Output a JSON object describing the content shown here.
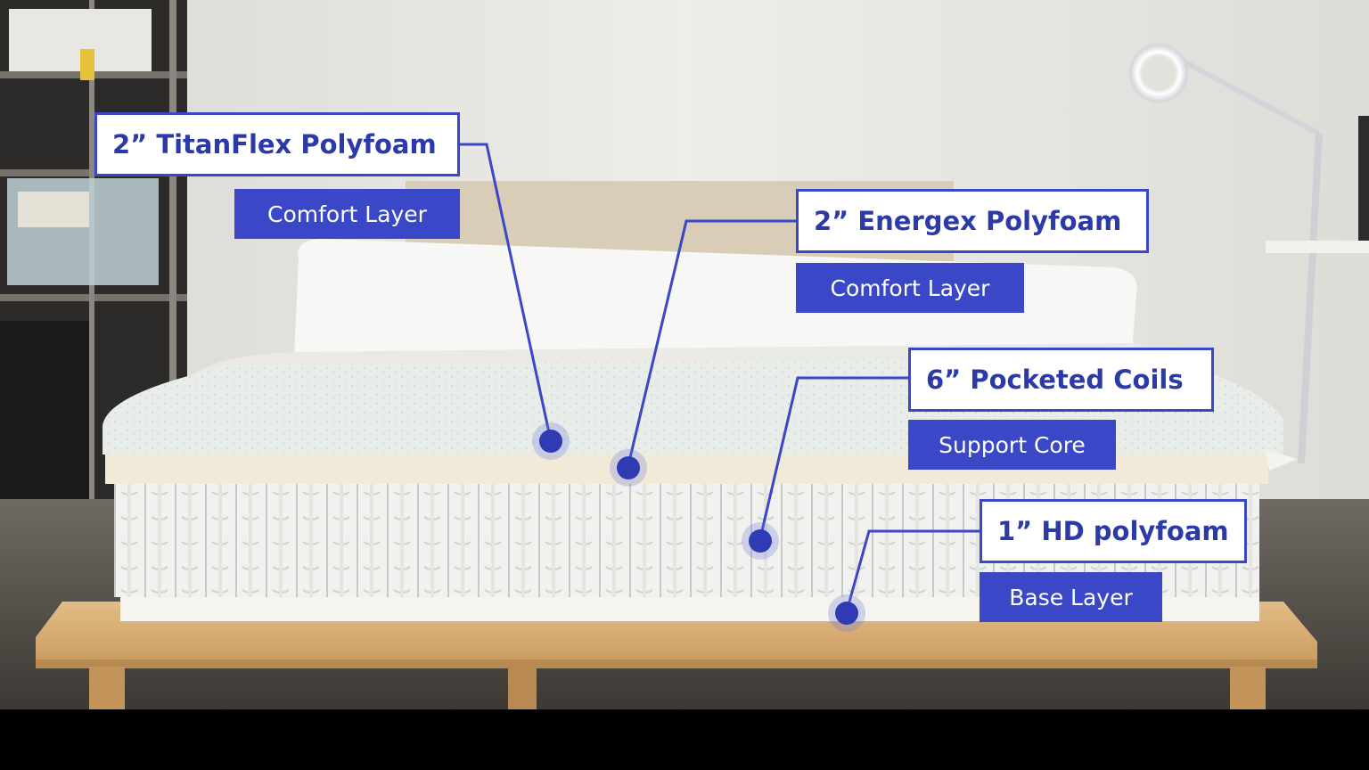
{
  "layers": [
    {
      "title": "2” TitanFlex Polyfoam",
      "subtitle": "Comfort Layer"
    },
    {
      "title": "2” Energex Polyfoam",
      "subtitle": "Comfort Layer"
    },
    {
      "title": "6” Pocketed Coils",
      "subtitle": "Support Core"
    },
    {
      "title": "1” HD polyfoam",
      "subtitle": "Base Layer"
    }
  ],
  "colors": {
    "accent": "#3a47c6",
    "label_text": "#2c3aa8",
    "label_bg": "#ffffff"
  }
}
